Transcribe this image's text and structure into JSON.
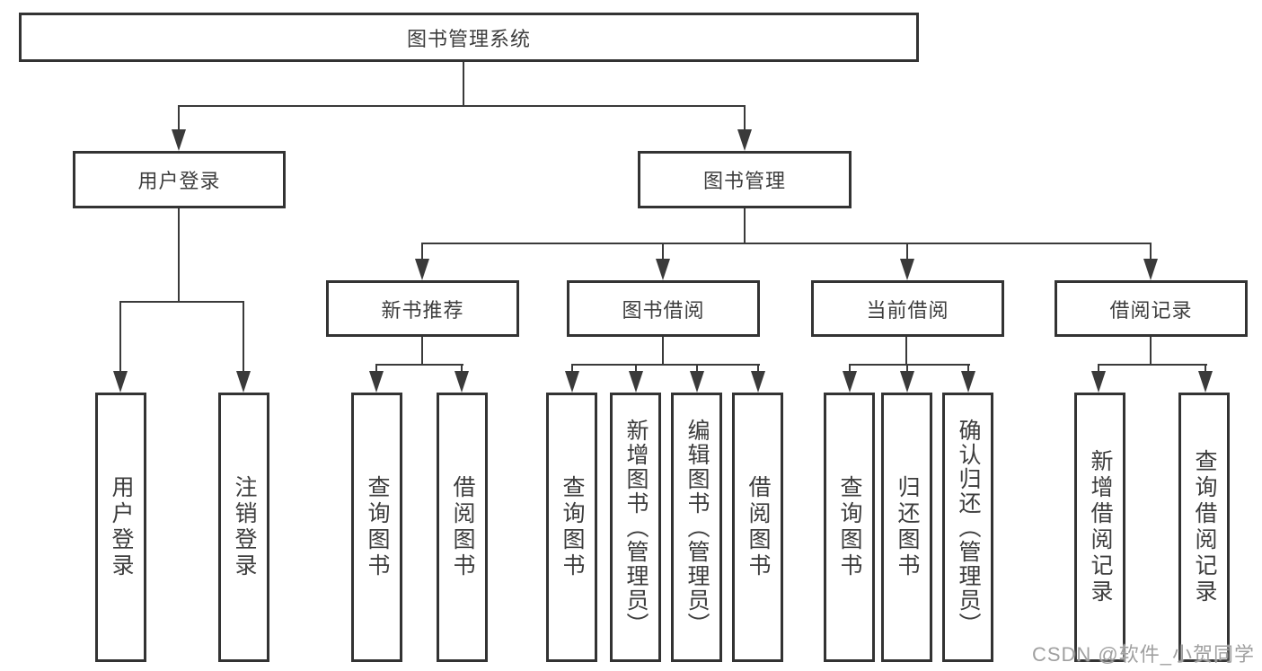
{
  "tree": {
    "root": "图书管理系统",
    "branches": [
      {
        "label": "用户登录",
        "children": [
          "用户登录",
          "注销登录"
        ]
      },
      {
        "label": "图书管理",
        "groups": [
          {
            "label": "新书推荐",
            "children": [
              "查询图书",
              "借阅图书"
            ]
          },
          {
            "label": "图书借阅",
            "children": [
              "查询图书",
              "新增图书（管理员）",
              "编辑图书（管理员）",
              "借阅图书"
            ]
          },
          {
            "label": "当前借阅",
            "children": [
              "查询图书",
              "归还图书",
              "确认归还（管理员）"
            ]
          },
          {
            "label": "借阅记录",
            "children": [
              "新增借阅记录",
              "查询借阅记录"
            ]
          }
        ]
      }
    ]
  },
  "watermark": "CSDN @软件_小贺同学",
  "colors": {
    "line": "#3a3a3a",
    "border": "#333333",
    "text": "#3d3d3d",
    "watermark": "#a0a0a0",
    "background": "#ffffff"
  }
}
